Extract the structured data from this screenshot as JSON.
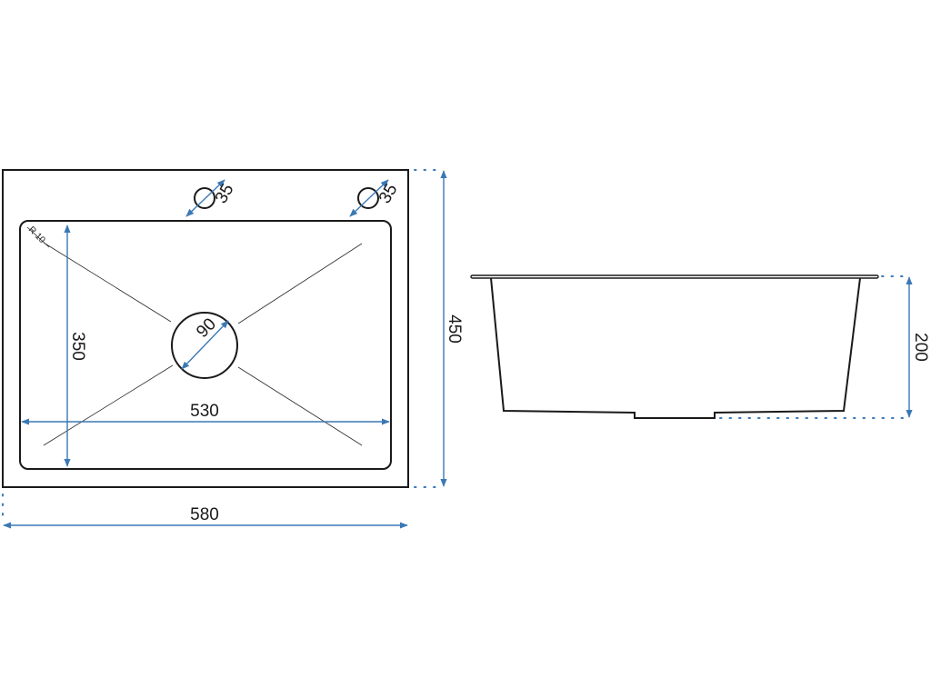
{
  "colors": {
    "outline": "#1a1a1a",
    "dimension": "#3a78b5",
    "background": "#ffffff"
  },
  "top_view": {
    "overall_width": "580",
    "overall_depth": "450",
    "bowl_width": "530",
    "bowl_depth": "350",
    "corner_radius": "R 10",
    "drain_diameter": "90",
    "tap_hole_left_diameter": "35",
    "tap_hole_right_diameter": "35"
  },
  "side_view": {
    "bowl_height": "200"
  }
}
